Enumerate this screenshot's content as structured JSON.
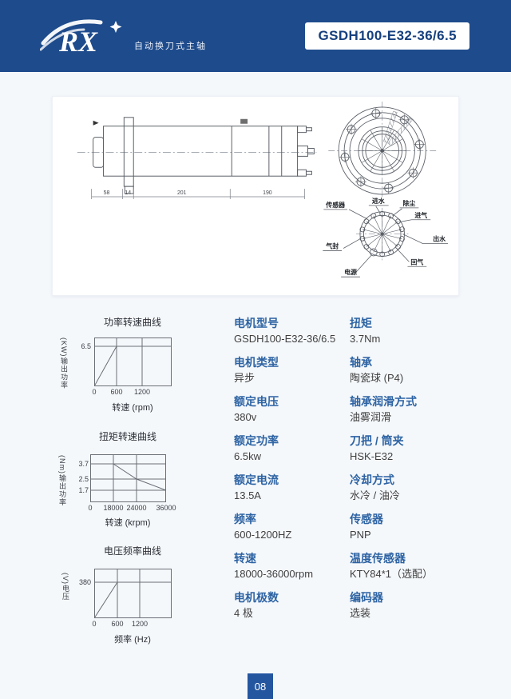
{
  "header": {
    "logo_text": "RX",
    "tagline": "自动换刀式主轴",
    "model": "GSDH100-E32-36/6.5"
  },
  "colors": {
    "header_blue": "#1e4b8c",
    "accent_label_blue": "#2d63a3",
    "badge_text_blue": "#16407e",
    "footer_blue": "#2456a0",
    "page_background": "#f5f8fb"
  },
  "drawing": {
    "dims": [
      "58",
      "14",
      "201",
      "190"
    ],
    "ports": [
      "进水",
      "除尘",
      "进气",
      "出水",
      "回气",
      "电源",
      "气封",
      "传感器"
    ]
  },
  "chart_data": [
    {
      "type": "line",
      "title": "功率转速曲线",
      "xlabel": "转速 (rpm)",
      "ylabel": "输出功率 (KW)",
      "ylabel_display": "(KW)输出功率",
      "xticks": [
        "0",
        "600",
        "1200"
      ],
      "yticks": [
        "6.5"
      ],
      "series": [
        {
          "name": "输出功率",
          "points": [
            [
              0,
              0
            ],
            [
              600,
              6.5
            ],
            [
              1800,
              6.5
            ]
          ]
        }
      ],
      "ylim": [
        0,
        7.5
      ],
      "grid": true,
      "legend": false
    },
    {
      "type": "line",
      "title": "扭矩转速曲线",
      "xlabel": "转速 (krpm)",
      "ylabel": "输出功率 (Nm)",
      "ylabel_display": "(Nm)输出功率",
      "xticks": [
        "0",
        "18000",
        "24000",
        "36000"
      ],
      "yticks": [
        "3.7",
        "2.5",
        "1.7"
      ],
      "series": [
        {
          "name": "扭矩",
          "points": [
            [
              0,
              3.7
            ],
            [
              18000,
              3.7
            ],
            [
              24000,
              2.5
            ],
            [
              36000,
              1.7
            ]
          ]
        }
      ],
      "ylim": [
        0,
        4.5
      ],
      "grid": true,
      "legend": false
    },
    {
      "type": "line",
      "title": "电压频率曲线",
      "xlabel": "频率 (Hz)",
      "ylabel": "电压 (V)",
      "ylabel_display": "(V)电压",
      "xticks": [
        "0",
        "600",
        "1200"
      ],
      "yticks": [
        "380"
      ],
      "series": [
        {
          "name": "电压",
          "points": [
            [
              0,
              0
            ],
            [
              600,
              380
            ],
            [
              1800,
              380
            ]
          ]
        }
      ],
      "ylim": [
        0,
        450
      ],
      "grid": true,
      "legend": false
    }
  ],
  "specs": {
    "left": [
      {
        "label": "电机型号",
        "value": "GSDH100-E32-36/6.5"
      },
      {
        "label": "电机类型",
        "value": "异步"
      },
      {
        "label": "额定电压",
        "value": "380v"
      },
      {
        "label": "额定功率",
        "value": "6.5kw"
      },
      {
        "label": "额定电流",
        "value": "13.5A"
      },
      {
        "label": "频率",
        "value": "600-1200HZ"
      },
      {
        "label": "转速",
        "value": "18000-36000rpm"
      },
      {
        "label": "电机极数",
        "value": "4 极"
      }
    ],
    "right": [
      {
        "label": "扭矩",
        "value": "3.7Nm"
      },
      {
        "label": "轴承",
        "value": "陶瓷球 (P4)"
      },
      {
        "label": "轴承润滑方式",
        "value": "油雾润滑"
      },
      {
        "label": "刀把 / 筒夹",
        "value": "HSK-E32"
      },
      {
        "label": "冷却方式",
        "value": "水冷 / 油冷"
      },
      {
        "label": "传感器",
        "value": "PNP"
      },
      {
        "label": "温度传感器",
        "value": "KTY84*1（选配）"
      },
      {
        "label": "编码器",
        "value": "选装"
      }
    ]
  },
  "footer": {
    "page_number": "08"
  }
}
